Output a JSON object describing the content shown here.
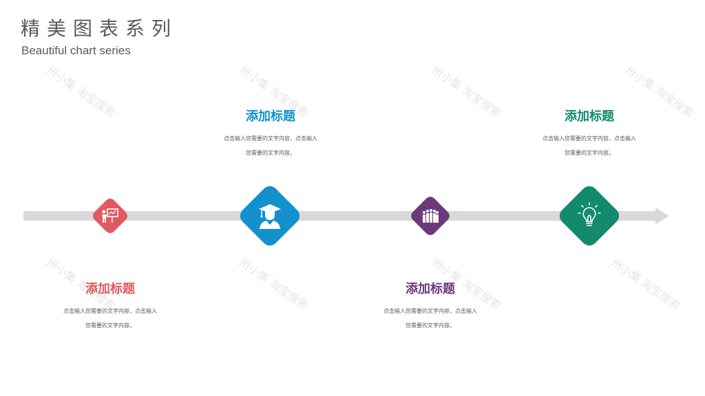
{
  "header": {
    "title_cn": "精美图表系列",
    "title_en": "Beautiful chart series"
  },
  "watermark": "卅小集 淘宝搜索",
  "items": [
    {
      "title": "添加标题",
      "desc": "点击输入您需要的文字内容，点击输入您需要的文字内容。",
      "color": "#e05a60",
      "icon": "presenter-icon"
    },
    {
      "title": "添加标题",
      "desc": "点击输入您需要的文字内容，点击输入您需要的文字内容。",
      "color": "#1291cd",
      "icon": "graduate-icon"
    },
    {
      "title": "添加标题",
      "desc": "点击输入您需要的文字内容，点击输入您需要的文字内容。",
      "color": "#6b3a7a",
      "icon": "group-icon"
    },
    {
      "title": "添加标题",
      "desc": "点击输入您需要的文字内容，点击输入您需要的文字内容。",
      "color": "#138a6e",
      "icon": "lightbulb-icon"
    }
  ]
}
